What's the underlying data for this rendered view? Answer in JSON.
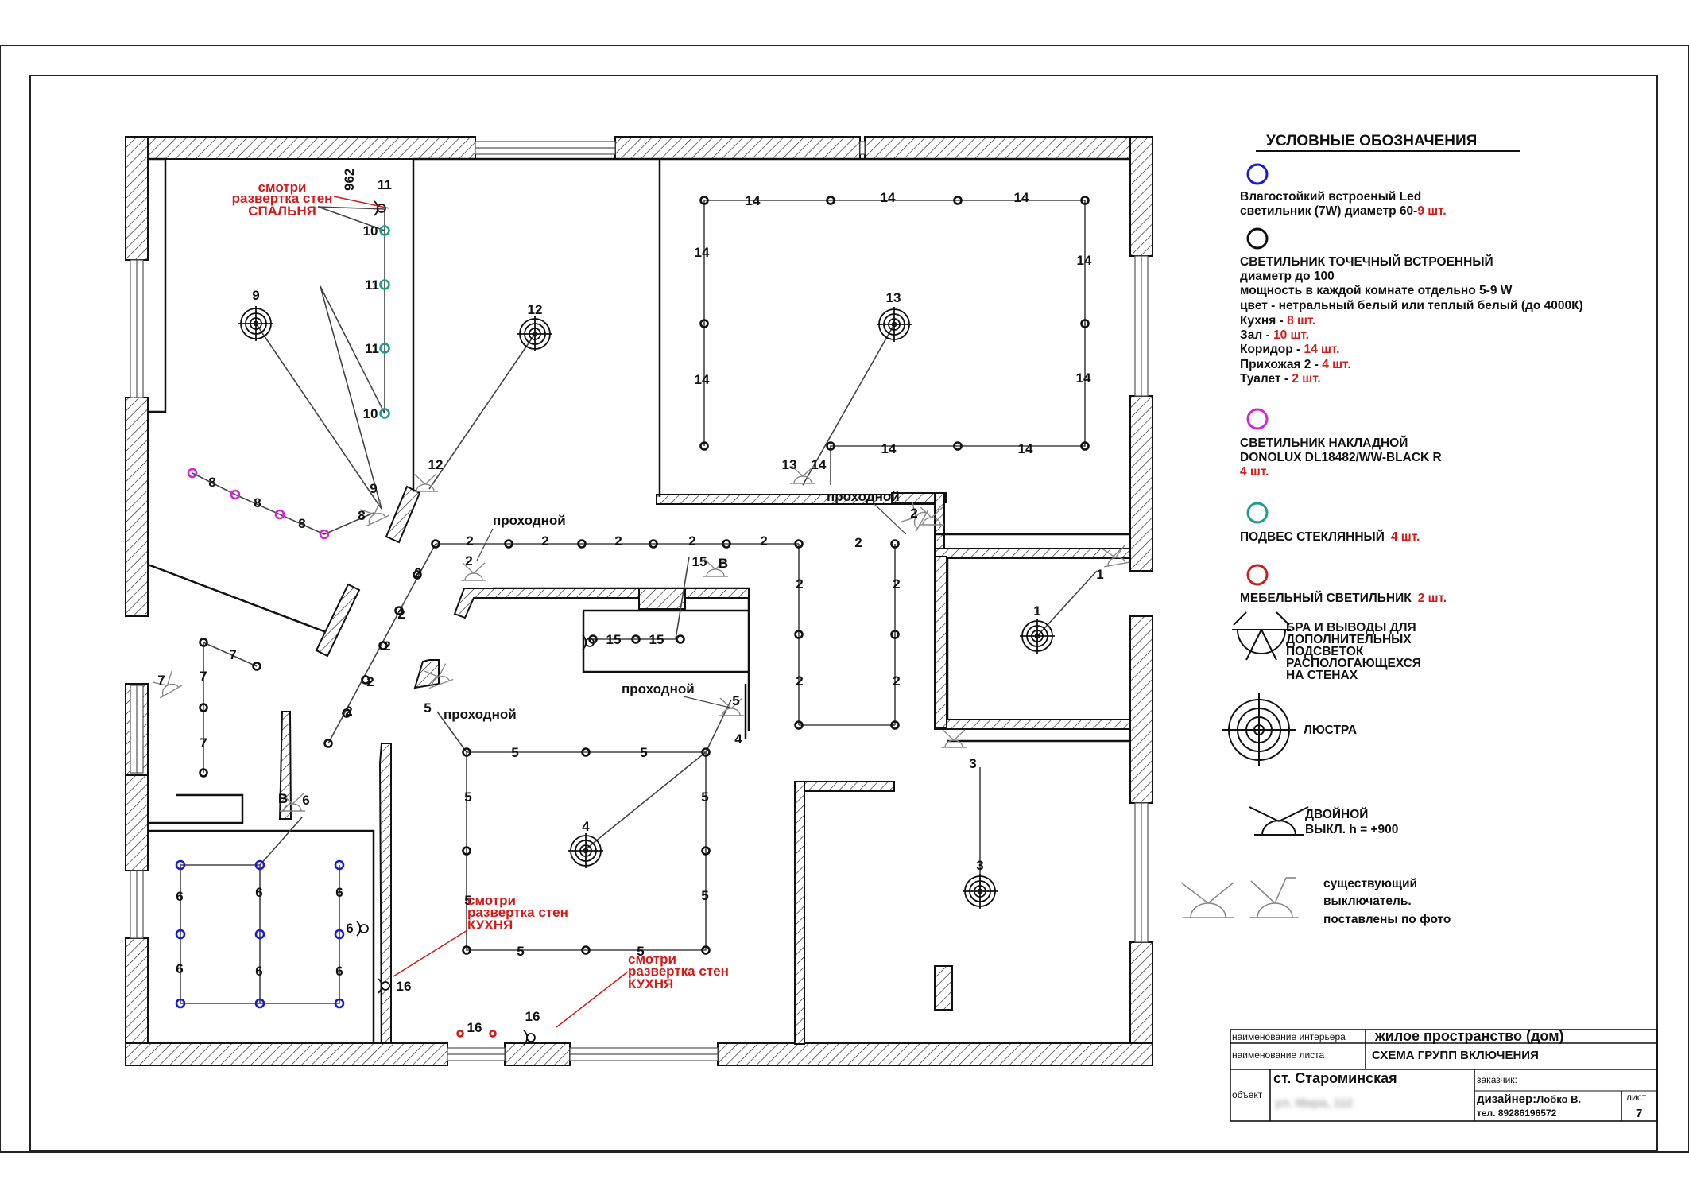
{
  "colors": {
    "ink": "#111111",
    "red": "#d11a1a",
    "blue": "#1a1ad0",
    "magenta": "#d126d1",
    "teal": "#17a08a",
    "gray": "#888888"
  },
  "plan": {
    "spot_label_2": "2",
    "spot_label_5": "5",
    "spot_label_6": "6",
    "spot_label_7": "7",
    "spot_label_14": "14",
    "chandelier_1": "1",
    "chandelier_3": "3",
    "chandelier_4": "4",
    "chandelier_9": "9",
    "chandelier_12": "12",
    "chandelier_13": "13",
    "pendant_10": "10",
    "pendant_11": "11",
    "mag_8": "8",
    "furn_16": "16",
    "label_15": "15",
    "mark_b": "В",
    "dim_962": "962",
    "passage": "проходной",
    "note_bedroom": [
      "смотри",
      "развертка стен",
      "СПАЛЬНЯ"
    ],
    "note_kitchen": [
      "смотри",
      "развертка стен",
      "КУХНЯ"
    ]
  },
  "legend": {
    "title": "УСЛОВНЫЕ ОБОЗНАЧЕНИЯ",
    "led": {
      "line1": "Влагостойкий встроеный Led",
      "line2": "светильник (7W) диаметр 60-",
      "count": "9 шт."
    },
    "spot": {
      "title": "СВЕТИЛЬНИК ТОЧЕЧНЫЙ ВСТРОЕННЫЙ",
      "l1": "диаметр до 100",
      "l2": "мощность в каждой комнате отдельно 5-9 W",
      "l3": "цвет - нетральный белый или теплый белый (до 4000К)",
      "rooms": [
        {
          "name": "Кухня - ",
          "count": "8 шт."
        },
        {
          "name": "Зал - ",
          "count": "10 шт."
        },
        {
          "name": "Коридор - ",
          "count": "14 шт."
        },
        {
          "name": "Прихожая 2 - ",
          "count": "4 шт."
        },
        {
          "name": "Туалет - ",
          "count": "2 шт."
        }
      ]
    },
    "surface": {
      "l1": "СВЕТИЛЬНИК НАКЛАДНОЙ",
      "l2": "DONOLUX DL18482/WW-BLACK R",
      "count": "4 шт."
    },
    "pendant": {
      "label": "ПОДВЕС СТЕКЛЯННЫЙ",
      "count": "4 шт."
    },
    "furniture": {
      "label": "МЕБЕЛЬНЫЙ СВЕТИЛЬНИК",
      "count": "2 шт."
    },
    "bra": [
      "БРА И ВЫВОДЫ ДЛЯ",
      "ДОПОЛНИТЕЛЬНЫХ",
      "ПОДСВЕТОК",
      "РАСПОЛОГАЮЩЕХСЯ",
      "НА СТЕНАХ"
    ],
    "chandelier": "ЛЮСТРА",
    "double_switch": [
      "ДВОЙНОЙ",
      "ВЫКЛ. h = +900"
    ],
    "existing_switch": [
      "существующий",
      "выключатель.",
      "поставлены по фото"
    ]
  },
  "titleblock": {
    "interior_caption": "наименование интерьера",
    "interior_value": "жилое пространство (дом)",
    "sheet_caption": "наименование листа",
    "sheet_value": "СХЕМА ГРУПП ВКЛЮЧЕНИЯ",
    "object_caption": "объект",
    "object_value": "ст. Староминская",
    "address_blurred": "ул. Мира, 112",
    "client_caption": "заказчик:",
    "designer_caption": "дизайнер:",
    "designer_name": "Лобко В.",
    "phone": "тел. 89286196572",
    "list_caption": "лист",
    "list_number": "7"
  }
}
